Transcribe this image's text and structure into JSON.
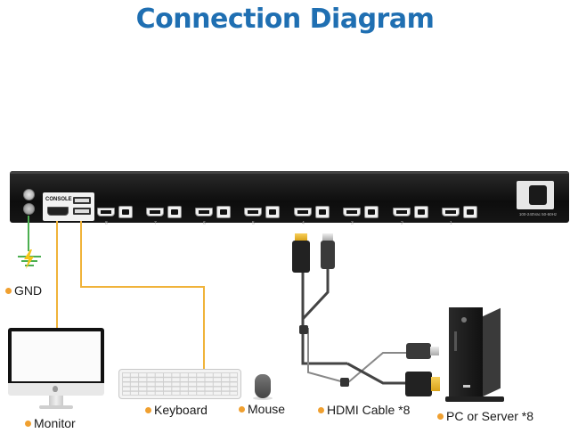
{
  "title": "Connection Diagram",
  "device": {
    "console_label": "CONSOLE",
    "port_numbers": [
      "8",
      "7",
      "6",
      "5",
      "4",
      "3",
      "2",
      "1"
    ],
    "power_rating": "100-240Vac 50-60Hz"
  },
  "labels": {
    "gnd": "GND",
    "monitor": "Monitor",
    "keyboard": "Keyboard",
    "mouse": "Mouse",
    "hdmi_cable": "HDMI Cable *8",
    "pc": "PC or Server *8"
  },
  "colors": {
    "title": "#1f6fb2",
    "ground_wire": "#4caf50",
    "console_wire": "#f0b33a",
    "bullet": "#f0a030"
  }
}
